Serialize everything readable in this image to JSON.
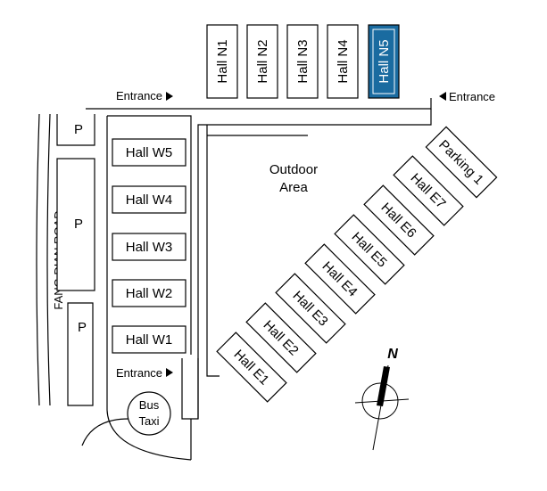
{
  "map": {
    "road_label": "FANG DIAN ROAD",
    "outdoor_area": [
      "Outdoor",
      "Area"
    ],
    "parking": {
      "p_labels": [
        "P",
        "P",
        "P"
      ],
      "parking1_label": "Parking 1"
    },
    "entrances": {
      "top": "Entrance",
      "right": "Entrance",
      "left": "Entrance"
    },
    "bus_taxi": [
      "Bus",
      "Taxi"
    ],
    "compass_label": "N",
    "halls": {
      "north": [
        "Hall N1",
        "Hall N2",
        "Hall N3",
        "Hall N4",
        "Hall N5"
      ],
      "west": [
        "Hall W5",
        "Hall W4",
        "Hall W3",
        "Hall W2",
        "Hall W1"
      ],
      "east": [
        "Hall E7",
        "Hall E6",
        "Hall E5",
        "Hall E4",
        "Hall E3",
        "Hall E2",
        "Hall E1"
      ]
    },
    "highlighted_hall": "Hall N5",
    "colors": {
      "highlight_fill": "#1a6ba0",
      "highlight_text": "#ffffff",
      "line": "#000000"
    }
  }
}
